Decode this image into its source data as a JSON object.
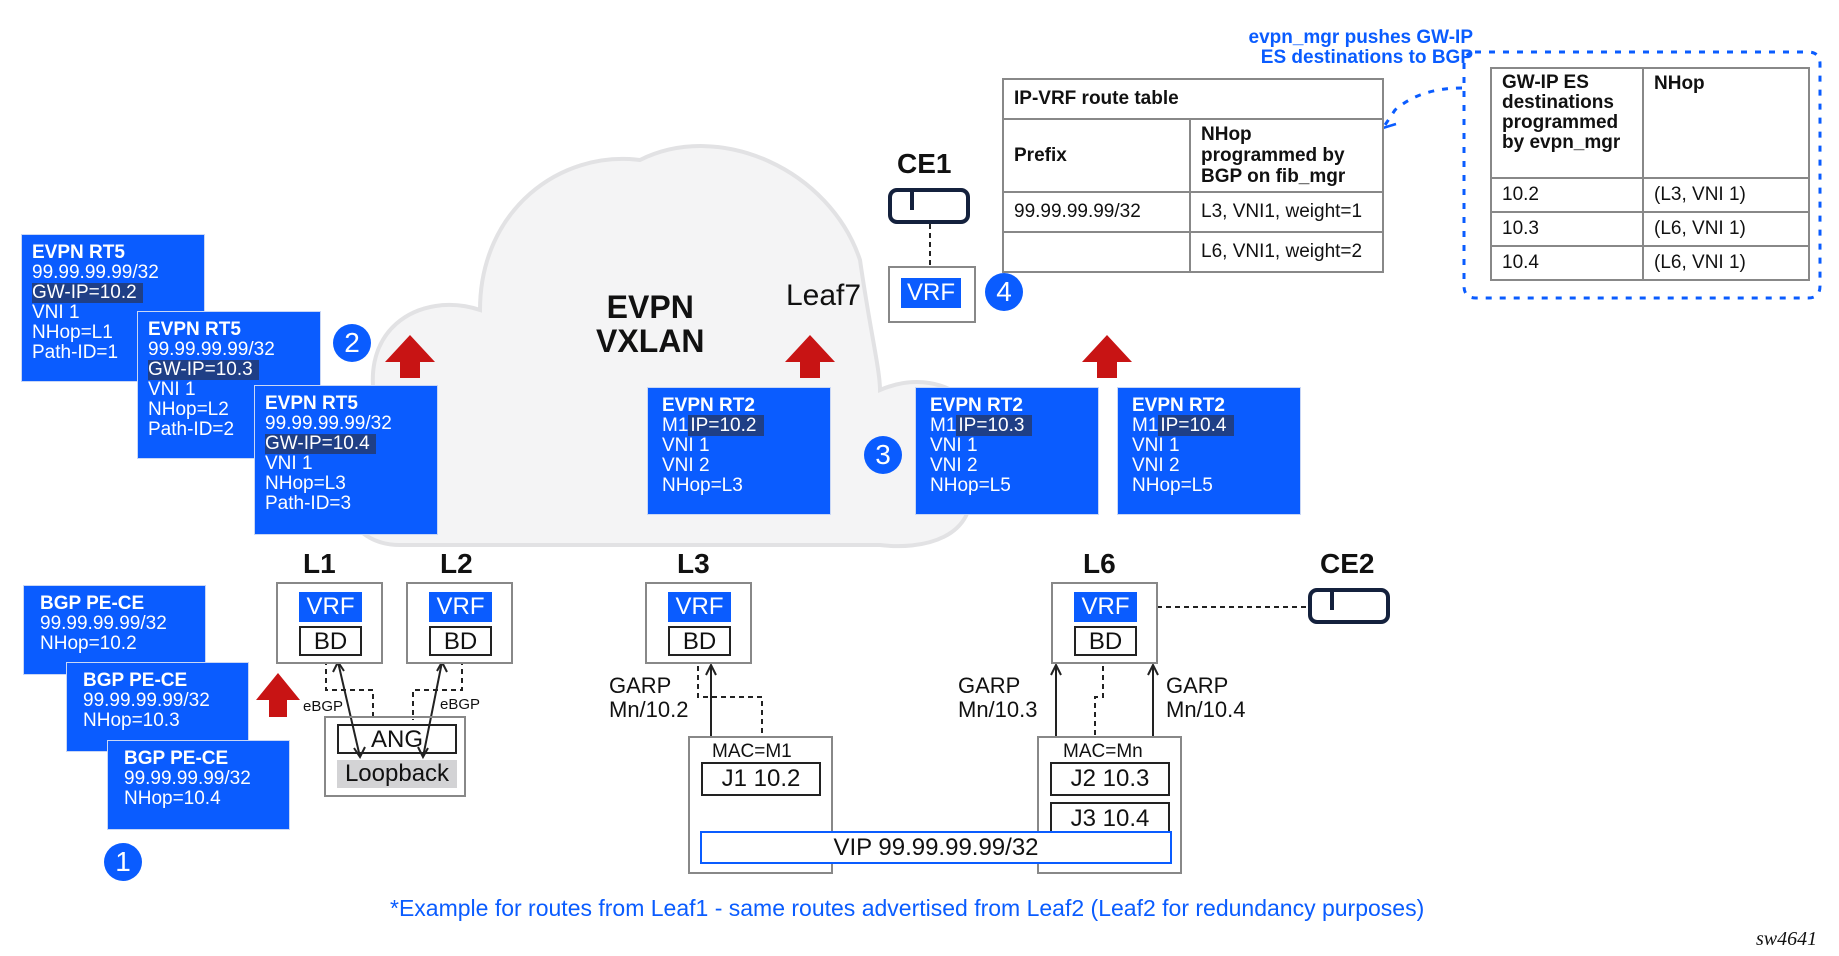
{
  "cloud": {
    "label_line1": "EVPN",
    "label_line2": "VXLAN"
  },
  "rt5_routes": [
    {
      "title": "EVPN RT5",
      "prefix": "99.99.99.99/32",
      "gw_ip": "GW-IP=10.2",
      "vni": "VNI 1",
      "nhop": "NHop=L1",
      "path_id": "Path-ID=1"
    },
    {
      "title": "EVPN RT5",
      "prefix": "99.99.99.99/32",
      "gw_ip": "GW-IP=10.3",
      "vni": "VNI 1",
      "nhop": "NHop=L2",
      "path_id": "Path-ID=2"
    },
    {
      "title": "EVPN RT5",
      "prefix": "99.99.99.99/32",
      "gw_ip": "GW-IP=10.4",
      "vni": "VNI 1",
      "nhop": "NHop=L3",
      "path_id": "Path-ID=3"
    }
  ],
  "rt2_routes": [
    {
      "title": "EVPN RT2",
      "mac": "M1",
      "ip": "IP=10.2",
      "vni1": "VNI 1",
      "vni2": "VNI 2",
      "nhop": "NHop=L3"
    },
    {
      "title": "EVPN RT2",
      "mac": "M1",
      "ip": "IP=10.3",
      "vni1": "VNI 1",
      "vni2": "VNI 2",
      "nhop": "NHop=L5"
    },
    {
      "title": "EVPN RT2",
      "mac": "M1",
      "ip": "IP=10.4",
      "vni1": "VNI 1",
      "vni2": "VNI 2",
      "nhop": "NHop=L5"
    }
  ],
  "pece_routes": [
    {
      "title": "BGP PE-CE",
      "prefix": "99.99.99.99/32",
      "nhop": "NHop=10.2"
    },
    {
      "title": "BGP PE-CE",
      "prefix": "99.99.99.99/32",
      "nhop": "NHop=10.3"
    },
    {
      "title": "BGP PE-CE",
      "prefix": "99.99.99.99/32",
      "nhop": "NHop=10.4"
    }
  ],
  "steps": [
    "1",
    "2",
    "3",
    "4"
  ],
  "nodes": {
    "ce1": "CE1",
    "ce2": "CE2",
    "leaf7": "Leaf7",
    "l1": "L1",
    "l2": "L2",
    "l3": "L3",
    "l6": "L6",
    "vrf": "VRF",
    "bd": "BD",
    "ang": "ANG",
    "loopback": "Loopback",
    "ebgp": "eBGP"
  },
  "garp": {
    "l3": {
      "line1": "GARP",
      "line2": "Mn/10.2"
    },
    "l6a": {
      "line1": "GARP",
      "line2": "Mn/10.3"
    },
    "l6b": {
      "line1": "GARP",
      "line2": "Mn/10.4"
    }
  },
  "hosts": {
    "left_mac": "MAC=M1",
    "j1": "J1 10.2",
    "right_mac": "MAC=Mn",
    "j2": "J2 10.3",
    "j3": "J3 10.4",
    "vip": "VIP 99.99.99.99/32"
  },
  "ipvrf_table": {
    "title": "IP-VRF route table",
    "headers": [
      "Prefix",
      "NHop programmed by BGP on fib_mgr"
    ],
    "rows": [
      [
        "99.99.99.99/32",
        "L3, VNI1, weight=1"
      ],
      [
        "",
        "L6, VNI1, weight=2"
      ]
    ]
  },
  "gwip_table": {
    "headers": [
      "GW-IP ES destinations programmed by evpn_mgr",
      "NHop"
    ],
    "rows": [
      [
        "10.2",
        "(L3, VNI 1)"
      ],
      [
        "10.3",
        "(L6, VNI 1)"
      ],
      [
        "10.4",
        "(L6, VNI 1)"
      ]
    ]
  },
  "annotation": {
    "line1": "evpn_mgr pushes GW-IP",
    "line2": "ES destinations to BGP"
  },
  "footnote": "*Example for routes from Leaf1 - same routes advertised from Leaf2 (Leaf2 for redundancy purposes)",
  "figure_id": "sw4641",
  "colors": {
    "accent_blue": "#0a5cff",
    "highlight": "#1f3f86",
    "arrow_red": "#c81414",
    "cloud": "#f4f4f5"
  }
}
